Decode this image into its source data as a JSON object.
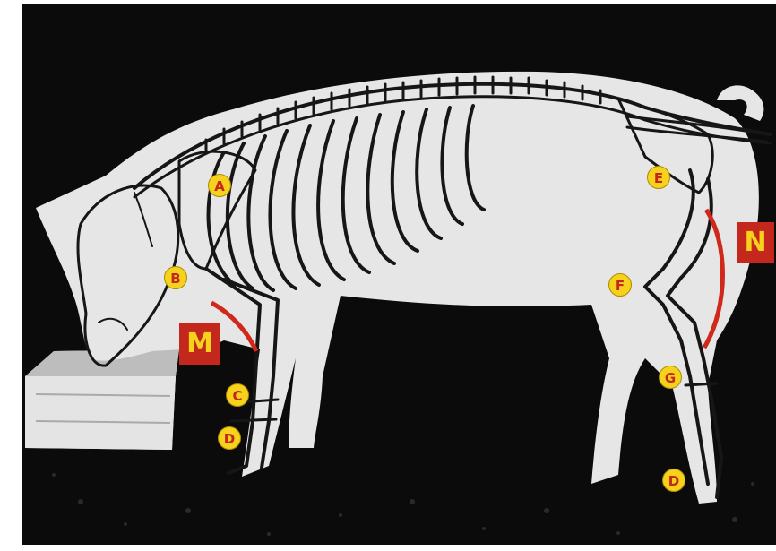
{
  "image": {
    "subject": "pig-with-skeleton-overlay",
    "colors": {
      "background": "#0b0b0b",
      "pig_body": "#e6e6e6",
      "skeleton_line": "#161616",
      "arc": "#d0291c",
      "marker_fill": "#f5d21b",
      "marker_text": "#c4281c",
      "tag_fill": "#c4281c",
      "tag_text": "#f5d21b"
    }
  },
  "markers": {
    "a": "A",
    "b": "B",
    "c": "C",
    "d_front": "D",
    "e": "E",
    "f": "F",
    "g": "G",
    "d_hind": "D"
  },
  "regions": {
    "m": "M",
    "n": "N"
  }
}
